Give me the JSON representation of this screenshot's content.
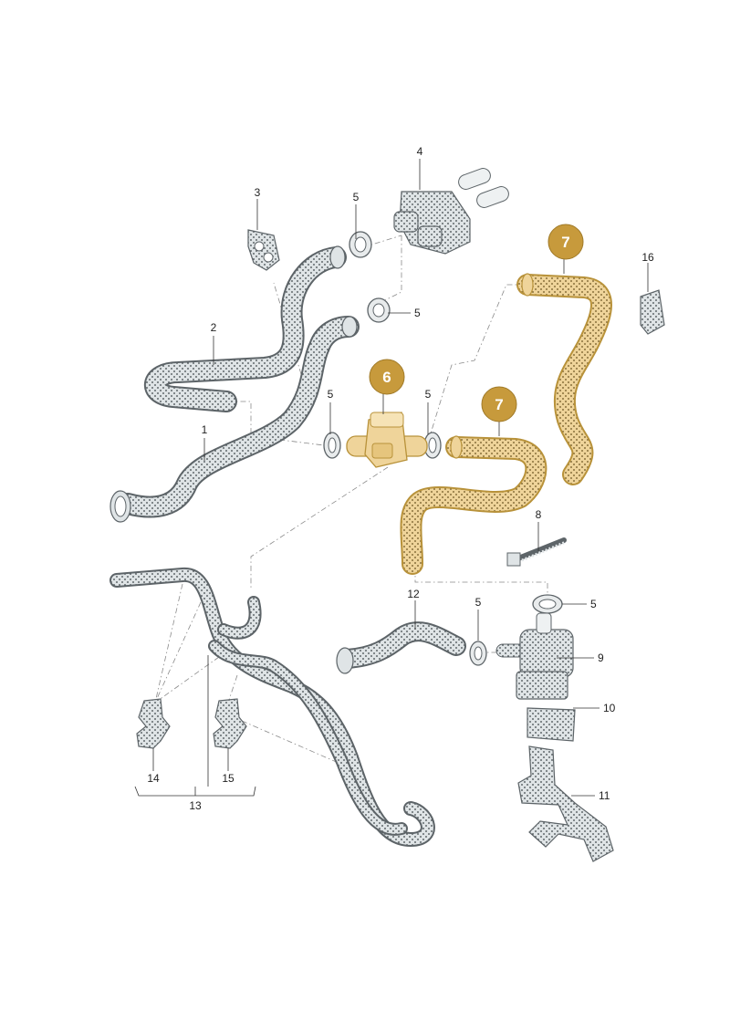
{
  "colors": {
    "part_fill": "#dfe4e6",
    "part_stroke": "#5d6468",
    "dot": "#3d4448",
    "highlight_fill": "#efd49a",
    "highlight_stroke": "#b8923a",
    "badge_fill": "#c79a3c"
  },
  "labels": {
    "l1": "1",
    "l2": "2",
    "l3": "3",
    "l4": "4",
    "l5a": "5",
    "l5b": "5",
    "l5c": "5",
    "l5d": "5",
    "l5e": "5",
    "l5f": "5",
    "l6": "6",
    "l7a": "7",
    "l7b": "7",
    "l8": "8",
    "l9": "9",
    "l10": "10",
    "l11": "11",
    "l12": "12",
    "l13": "13",
    "l14": "14",
    "l15": "15",
    "l16": "16"
  },
  "parts": {
    "coolant_hose_1": "coolant-hose",
    "coolant_hose_2": "coolant-hose",
    "retainer_3": "holder",
    "grommet_4": "grommet",
    "hose_clip_5": "clip",
    "valve_6": "valve",
    "coolant_hose_7": "coolant-hose",
    "screw_8": "screw",
    "pump_9": "pump",
    "mount_10": "damper",
    "bracket_11": "bracket",
    "coolant_hose_12": "coolant-hose",
    "coolant_pipe_13": "coolant-pipe",
    "holder_14": "holder",
    "holder_15": "holder",
    "cap_16": "cap"
  }
}
